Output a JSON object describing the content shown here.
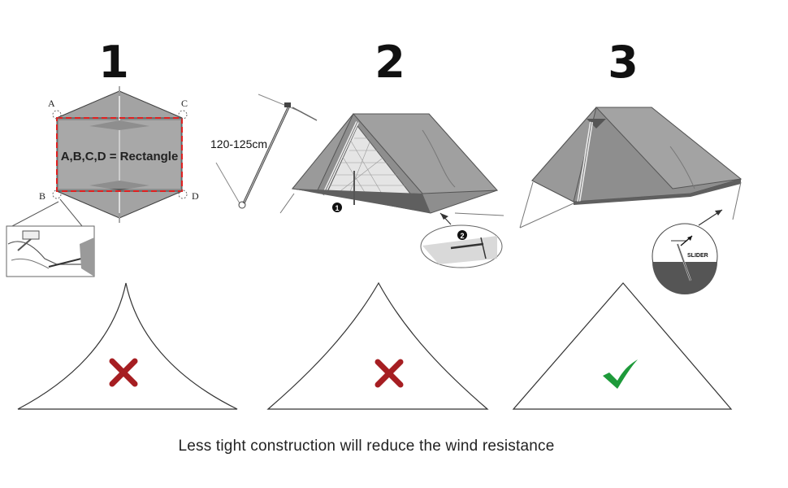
{
  "steps": [
    {
      "number": "1",
      "corner_labels": {
        "a": "A",
        "b": "B",
        "c": "C",
        "d": "D"
      },
      "callout": "A,B,C,D = Rectangle"
    },
    {
      "number": "2",
      "pole_length": "120-125cm",
      "markers": [
        "1",
        "2"
      ]
    },
    {
      "number": "3",
      "slider_label": "SLIDER"
    }
  ],
  "results": [
    {
      "status": "wrong",
      "icon": "cross-icon",
      "color": "#a61e22"
    },
    {
      "status": "wrong",
      "icon": "cross-icon",
      "color": "#a61e22"
    },
    {
      "status": "correct",
      "icon": "check-icon",
      "color": "#1e9a3a"
    }
  ],
  "caption": "Less tight construction will reduce the wind resistance",
  "colors": {
    "tent_fill": "#8e8e8e",
    "tent_dark": "#5f5f5f",
    "guide_line": "#e02020"
  }
}
